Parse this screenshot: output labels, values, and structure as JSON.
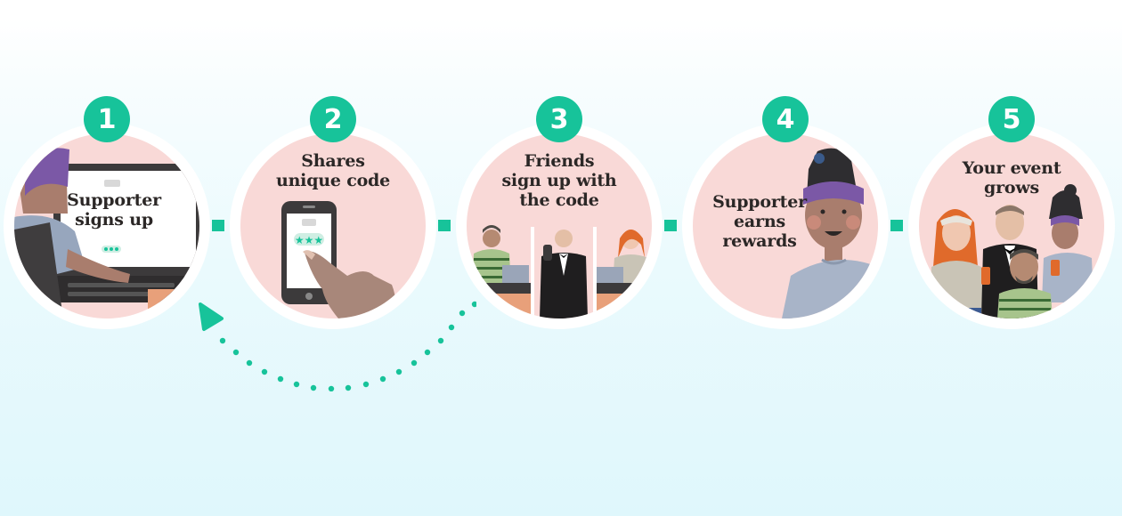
{
  "diagram": {
    "type": "process-flow",
    "accent_color": "#17c39a",
    "circle_fill": "#f9d9d7",
    "background_top": "#ffffff",
    "background_bottom": "#dff7fc",
    "steps": [
      {
        "number": "1",
        "label_lines": [
          "Supporter",
          "signs up"
        ],
        "illustration": "person-at-laptop-icon"
      },
      {
        "number": "2",
        "label_lines": [
          "Shares",
          "unique code"
        ],
        "illustration": "hand-tapping-phone-icon"
      },
      {
        "number": "3",
        "label_lines": [
          "Friends",
          "sign up with",
          "the code"
        ],
        "illustration": "three-friends-signing-up-icon"
      },
      {
        "number": "4",
        "label_lines": [
          "Supporter",
          "earns",
          "rewards"
        ],
        "illustration": "smiling-supporter-icon"
      },
      {
        "number": "5",
        "label_lines": [
          "Your event",
          "grows"
        ],
        "illustration": "group-of-participants-icon"
      }
    ],
    "connectors": [
      "1-2",
      "2-3",
      "3-4",
      "4-5"
    ],
    "loop_arrow": {
      "from": "3",
      "to": "1",
      "style": "dotted-curve-with-arrowhead"
    }
  }
}
